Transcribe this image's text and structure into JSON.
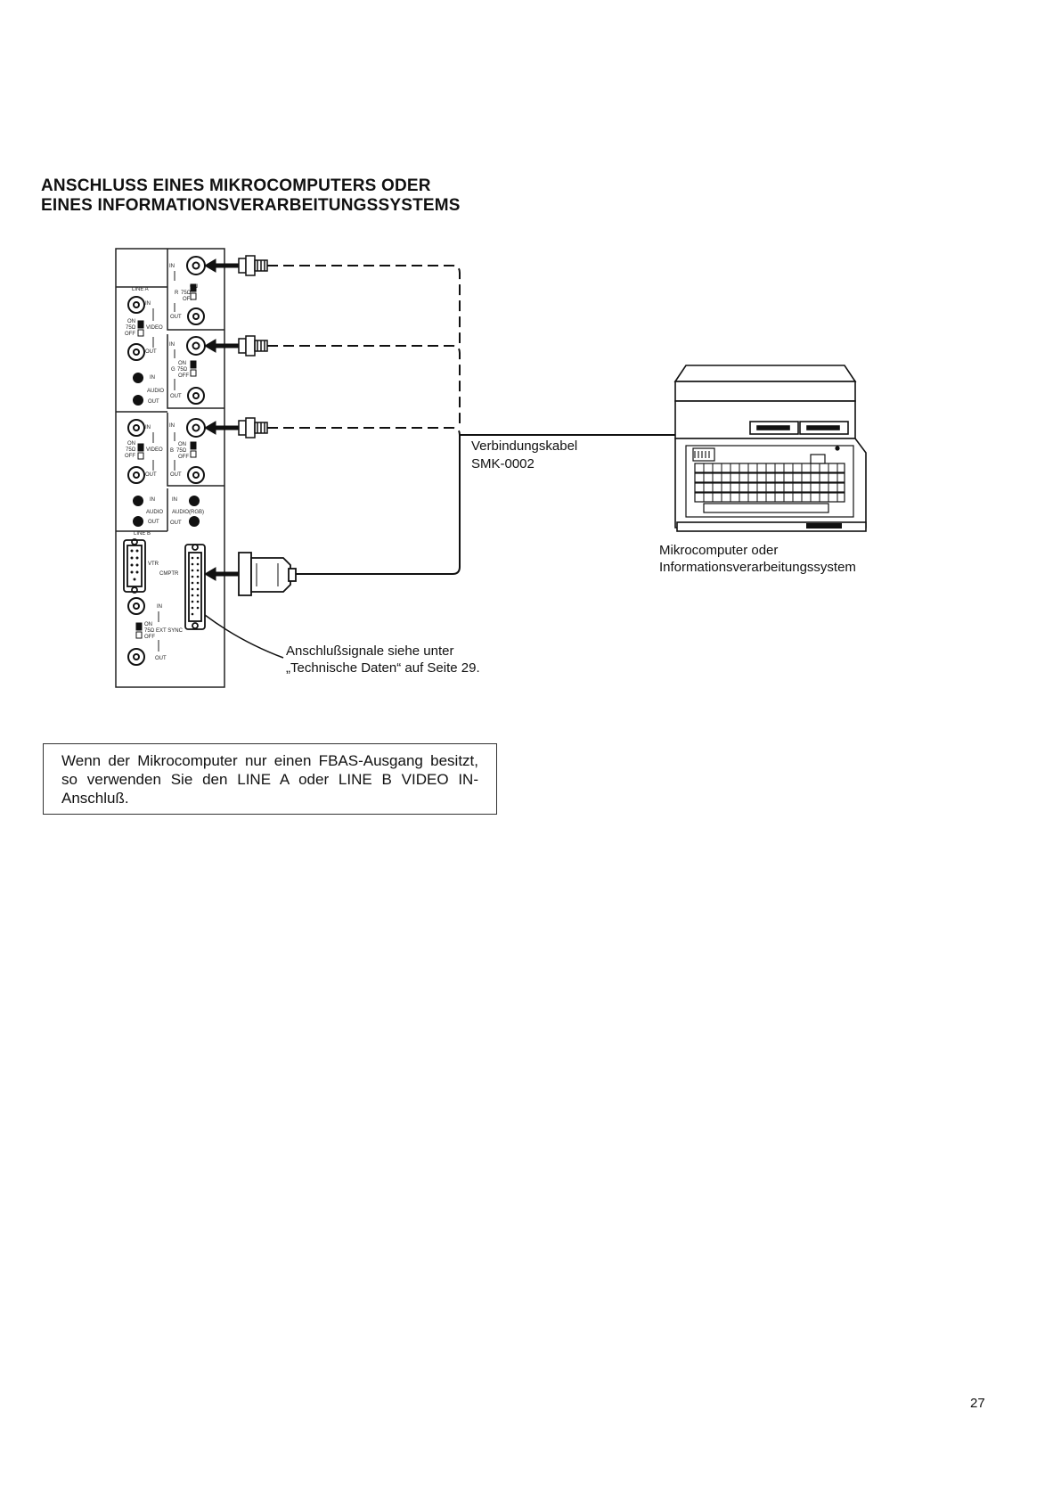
{
  "heading": {
    "line1": "ANSCHLUSS EINES MIKROCOMPUTERS ODER",
    "line2": "EINES INFORMATIONSVERARBEITUNGSSYSTEMS"
  },
  "diagram": {
    "cable_label": "Verbindungskabel",
    "cable_model": "SMK-0002",
    "computer_label_line1": "Mikrocomputer oder",
    "computer_label_line2": "Informationsverarbeitungssystem",
    "signals_note_line1": "Anschlußsignale siehe unter",
    "signals_note_line2": "„Technische Daten“ auf Seite 29.",
    "panel": {
      "line_a": "LINE A",
      "line_b": "LINE B",
      "in": "IN",
      "out": "OUT",
      "on": "ON",
      "off": "OFF",
      "ohm": "75Ω",
      "video": "VIDEO",
      "audio": "AUDIO",
      "audio_rgb": "AUDIO(RGB)",
      "r": "R",
      "g": "G",
      "b": "B",
      "vtr": "VTR",
      "cmptr": "CMPTR",
      "ext_sync": "EXT SYNC"
    }
  },
  "note": {
    "text": "Wenn der Mikrocomputer nur einen FBAS-Ausgang besitzt, so verwenden Sie den LINE A oder LINE B VIDEO IN-Anschluß."
  },
  "page_number": "27"
}
